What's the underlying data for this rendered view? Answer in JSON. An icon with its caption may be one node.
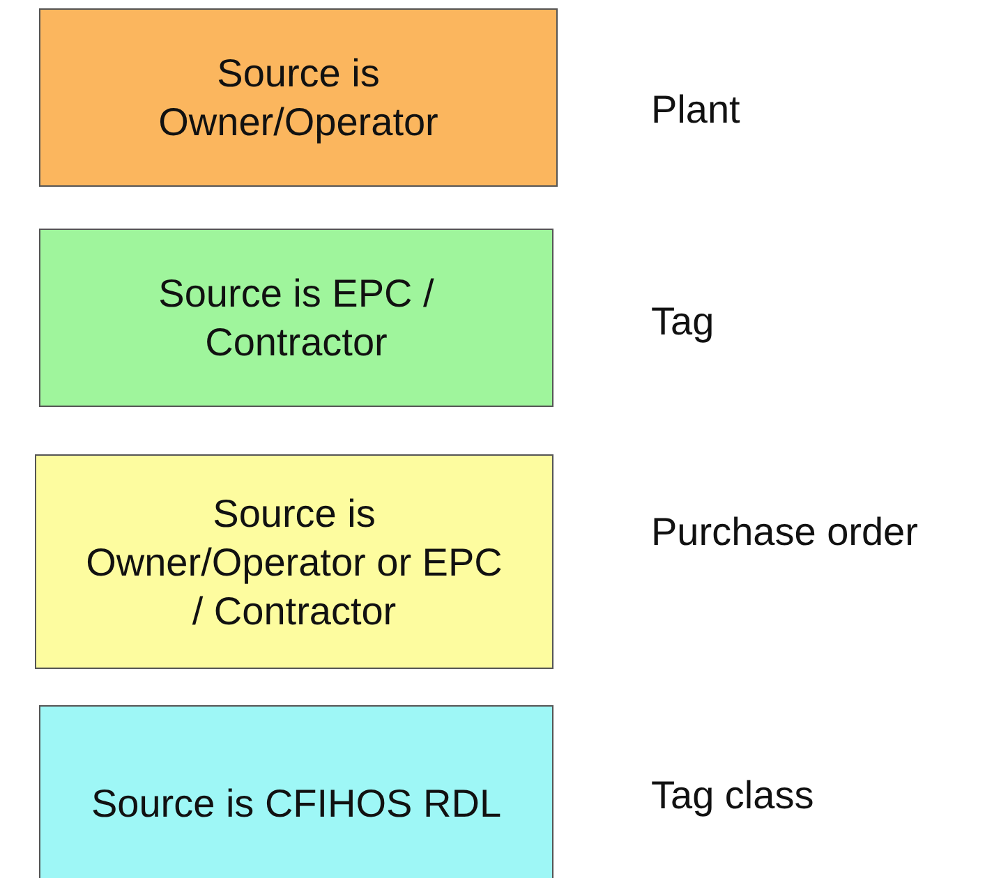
{
  "diagram": {
    "nodes": [
      {
        "text": [
          "Source is Owner/Operator"
        ],
        "beside": [
          "Plant"
        ]
      },
      {
        "text": [
          "Source is EPC / Contractor"
        ],
        "beside": [
          "Tag"
        ]
      },
      {
        "text": [
          "Source is Owner/Operator or EPC / Contractor"
        ],
        "beside": [
          "Purchase order"
        ]
      },
      {
        "text": [
          "Source is CFIHOS RDL"
        ],
        "beside": [
          "Tag class"
        ]
      }
    ]
  }
}
